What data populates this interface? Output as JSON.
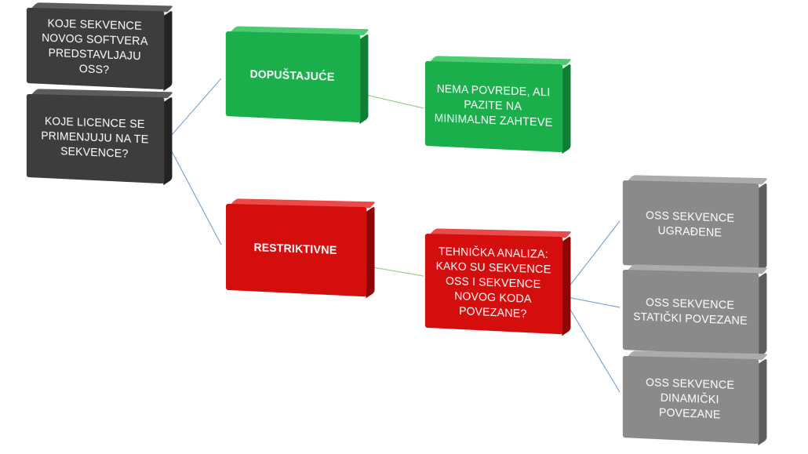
{
  "nodes": {
    "q_sequences": "KOJE SEKVENCE NOVOG SOFTVERA PREDSTAVLJAJU OSS?",
    "q_licenses": "KOJE LICENCE SE PRIMENJUJU NA TE SEKVENCE?",
    "permissive": "DOPUŠTAJUĆE",
    "no_violation": "NEMA POVREDE, ALI PAZITE NA MINIMALNE ZAHTEVE",
    "restrictive": "RESTRIKTIVNE",
    "technical_analysis": "TEHNIČKA ANALIZA: KAKO SU SEKVENCE OSS I SEKVENCE NOVOG KODA POVEZANE?",
    "embedded": "OSS SEKVENCE UGRAĐENE",
    "static_linked": "OSS SEKVENCE STATIČKI POVEZANE",
    "dynamic_linked": "OSS SEKVENCE DINAMIČKI POVEZANE"
  },
  "colors": {
    "question": "#3d3d3d",
    "permissive": "#1aaf4b",
    "restrictive": "#d40d0d",
    "outcome": "#8a8a8a",
    "connector_blue": "#7ea7d3",
    "connector_green": "#9ccf8a"
  }
}
